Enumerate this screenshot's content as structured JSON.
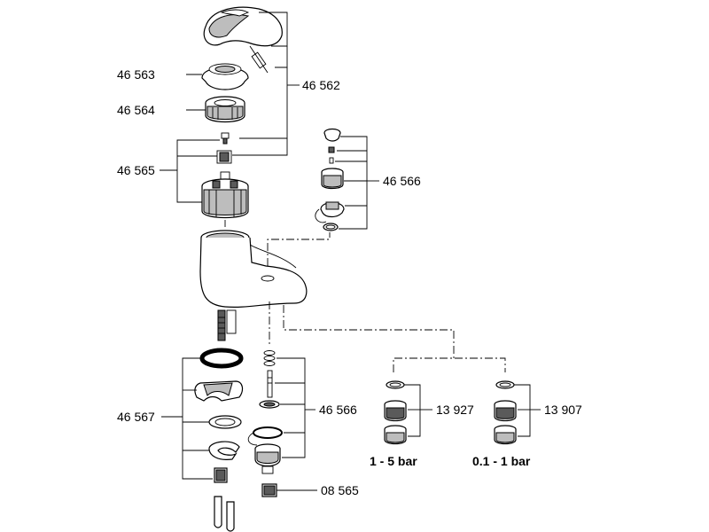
{
  "part_numbers": {
    "handle_cap": "46 563",
    "handle_set": "46 562",
    "bonnet": "46 564",
    "cartridge": "46 565",
    "pop_up_upper": "46 566",
    "pop_up_lower": "46 566",
    "mounting_set": "46 567",
    "aerator_1": "13 927",
    "aerator_2": "13 907",
    "adapter": "08 565"
  },
  "pressure_ranges": {
    "aerator_1": "1 - 5 bar",
    "aerator_2": "0.1 - 1 bar"
  }
}
